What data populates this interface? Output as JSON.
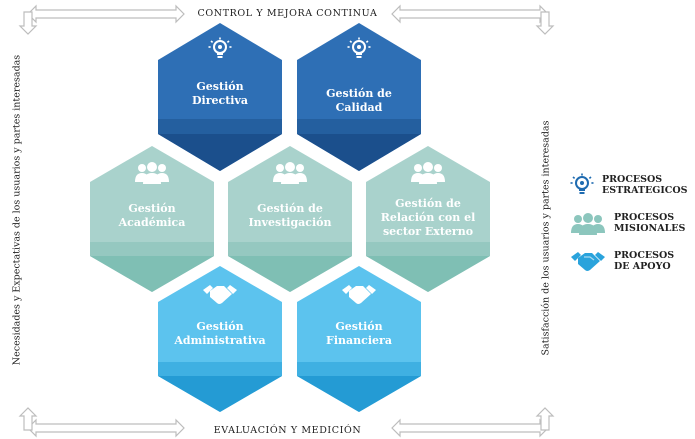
{
  "frame": {
    "top_label": "CONTROL Y MEJORA CONTINUA",
    "bottom_label": "EVALUACIÓN Y MEDICIÓN",
    "left_label": "Necesidades y Expectativas de los usuarios y partes interesadas",
    "right_label": "Satisfacción de los usuarios y partes interesadas"
  },
  "hexagons": {
    "directiva": {
      "line1": "Gestión",
      "line2": "Directiva",
      "type": "estrategico"
    },
    "calidad": {
      "line1": "Gestión de",
      "line2": "Calidad",
      "type": "estrategico"
    },
    "academica": {
      "line1": "Gestión",
      "line2": "Académica",
      "type": "misional"
    },
    "investigacion": {
      "line1": "Gestión de",
      "line2": "Investigación",
      "type": "misional"
    },
    "relacion": {
      "line1": "Gestión de",
      "line2": "Relación con el",
      "line3": "sector Externo",
      "type": "misional"
    },
    "administrativa": {
      "line1": "Gestión",
      "line2": "Administrativa",
      "type": "apoyo"
    },
    "financiera": {
      "line1": "Gestión",
      "line2": "Financiera",
      "type": "apoyo"
    }
  },
  "legend": {
    "estrategicos": {
      "line1": "PROCESOS",
      "line2": "ESTRATEGICOS",
      "icon": "lightbulb-gear-icon"
    },
    "misionales": {
      "line1": "PROCESOS",
      "line2": "MISIONALES",
      "icon": "people-group-icon"
    },
    "apoyo": {
      "line1": "PROCESOS",
      "line2": "DE APOYO",
      "icon": "handshake-icon"
    }
  },
  "colors": {
    "estrategico_top": "#2e6fb5",
    "estrategico_bottom": "#1b4f8c",
    "misional_top": "#a9d2cc",
    "misional_bottom": "#7fbfb4",
    "apoyo_top": "#5cc3ee",
    "apoyo_bottom": "#249bd4",
    "frame_arrow": "#c9c9c9"
  }
}
